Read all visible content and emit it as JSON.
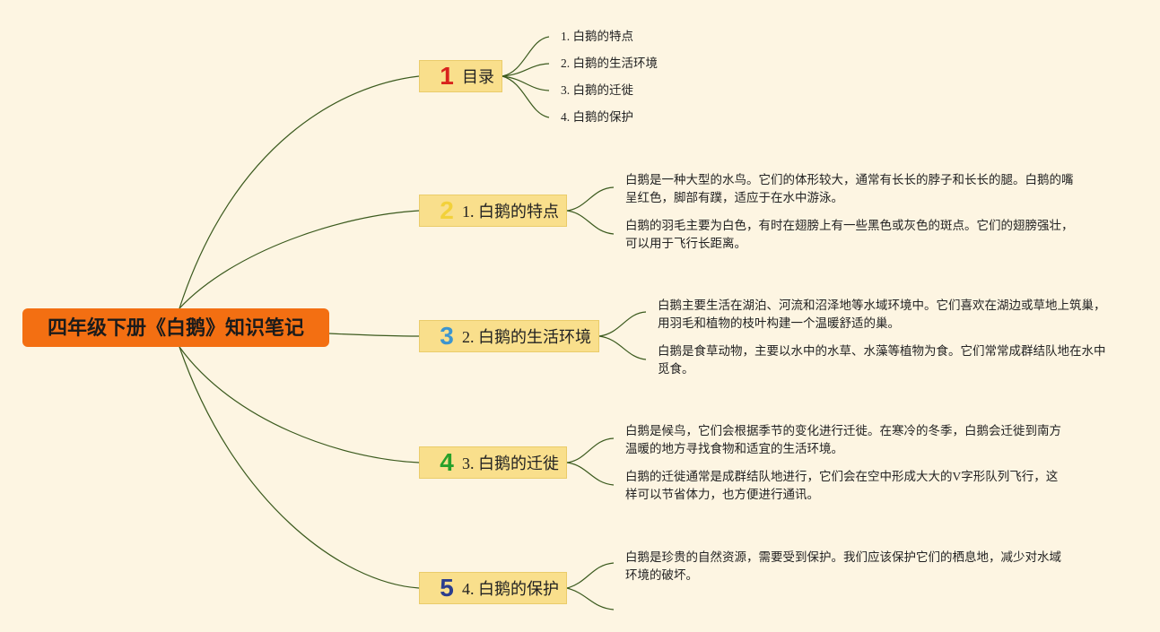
{
  "root": {
    "title": "四年级下册《白鹅》知识笔记",
    "color": "#f36f12"
  },
  "line_color": "#3b5a1e",
  "branches": [
    {
      "number": "1",
      "number_color": "#d8231c",
      "label": "目录",
      "children": [
        "1. 白鹅的特点",
        "2. 白鹅的生活环境",
        "3. 白鹅的迁徙",
        "4. 白鹅的保护"
      ]
    },
    {
      "number": "2",
      "number_color": "#f2d13a",
      "label": "1. 白鹅的特点",
      "children": [
        "白鹅是一种大型的水鸟。它们的体形较大，通常有长长的脖子和长长的腿。白鹅的嘴呈红色，脚部有蹼，适应于在水中游泳。",
        "白鹅的羽毛主要为白色，有时在翅膀上有一些黑色或灰色的斑点。它们的翅膀强壮，可以用于飞行长距离。"
      ]
    },
    {
      "number": "3",
      "number_color": "#3c95cf",
      "label": "2. 白鹅的生活环境",
      "children": [
        "白鹅主要生活在湖泊、河流和沼泽地等水域环境中。它们喜欢在湖边或草地上筑巢，用羽毛和植物的枝叶构建一个温暖舒适的巢。",
        "白鹅是食草动物，主要以水中的水草、水藻等植物为食。它们常常成群结队地在水中觅食。"
      ]
    },
    {
      "number": "4",
      "number_color": "#27a12a",
      "label": "3. 白鹅的迁徙",
      "children": [
        "白鹅是候鸟，它们会根据季节的变化进行迁徙。在寒冷的冬季，白鹅会迁徙到南方温暖的地方寻找食物和适宜的生活环境。",
        "白鹅的迁徙通常是成群结队地进行，它们会在空中形成大大的V字形队列飞行，这样可以节省体力，也方便进行通讯。"
      ]
    },
    {
      "number": "5",
      "number_color": "#2b3e8e",
      "label": "4. 白鹅的保护",
      "children": [
        "白鹅是珍贵的自然资源，需要受到保护。我们应该保护它们的栖息地，减少对水域环境的破坏。"
      ]
    }
  ]
}
